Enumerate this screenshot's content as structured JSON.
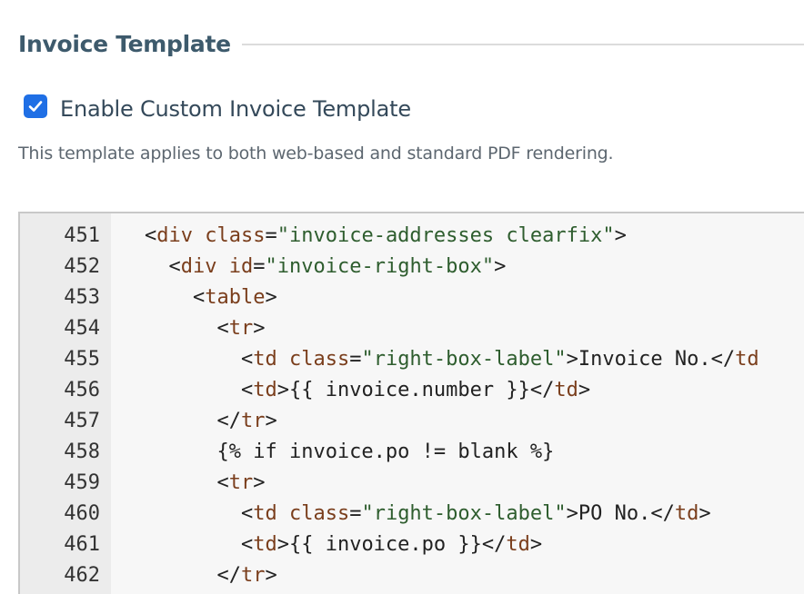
{
  "section": {
    "title": "Invoice Template"
  },
  "enable_option": {
    "checked": true,
    "label": "Enable Custom Invoice Template"
  },
  "description": "This template applies to both web-based and standard PDF rendering.",
  "editor": {
    "lines": [
      {
        "number": "451",
        "indent": 0,
        "tokens": [
          {
            "t": "bracket",
            "v": "<"
          },
          {
            "t": "tag",
            "v": "div"
          },
          {
            "t": "text",
            "v": " "
          },
          {
            "t": "attr",
            "v": "class"
          },
          {
            "t": "text",
            "v": "="
          },
          {
            "t": "str",
            "v": "\"invoice-addresses clearfix\""
          },
          {
            "t": "bracket",
            "v": ">"
          }
        ]
      },
      {
        "number": "452",
        "indent": 2,
        "tokens": [
          {
            "t": "bracket",
            "v": "<"
          },
          {
            "t": "tag",
            "v": "div"
          },
          {
            "t": "text",
            "v": " "
          },
          {
            "t": "attr",
            "v": "id"
          },
          {
            "t": "text",
            "v": "="
          },
          {
            "t": "str",
            "v": "\"invoice-right-box\""
          },
          {
            "t": "bracket",
            "v": ">"
          }
        ]
      },
      {
        "number": "453",
        "indent": 4,
        "tokens": [
          {
            "t": "bracket",
            "v": "<"
          },
          {
            "t": "tag",
            "v": "table"
          },
          {
            "t": "bracket",
            "v": ">"
          }
        ]
      },
      {
        "number": "454",
        "indent": 6,
        "tokens": [
          {
            "t": "bracket",
            "v": "<"
          },
          {
            "t": "tag",
            "v": "tr"
          },
          {
            "t": "bracket",
            "v": ">"
          }
        ]
      },
      {
        "number": "455",
        "indent": 8,
        "tokens": [
          {
            "t": "bracket",
            "v": "<"
          },
          {
            "t": "tag",
            "v": "td"
          },
          {
            "t": "text",
            "v": " "
          },
          {
            "t": "attr",
            "v": "class"
          },
          {
            "t": "text",
            "v": "="
          },
          {
            "t": "str",
            "v": "\"right-box-label\""
          },
          {
            "t": "bracket",
            "v": ">"
          },
          {
            "t": "text",
            "v": "Invoice No."
          },
          {
            "t": "bracket",
            "v": "</"
          },
          {
            "t": "tag",
            "v": "td"
          }
        ]
      },
      {
        "number": "456",
        "indent": 8,
        "tokens": [
          {
            "t": "bracket",
            "v": "<"
          },
          {
            "t": "tag",
            "v": "td"
          },
          {
            "t": "bracket",
            "v": ">"
          },
          {
            "t": "text",
            "v": "{{ invoice.number }}"
          },
          {
            "t": "bracket",
            "v": "</"
          },
          {
            "t": "tag",
            "v": "td"
          },
          {
            "t": "bracket",
            "v": ">"
          }
        ]
      },
      {
        "number": "457",
        "indent": 6,
        "tokens": [
          {
            "t": "bracket",
            "v": "</"
          },
          {
            "t": "tag",
            "v": "tr"
          },
          {
            "t": "bracket",
            "v": ">"
          }
        ]
      },
      {
        "number": "458",
        "indent": 6,
        "tokens": [
          {
            "t": "text",
            "v": "{% if invoice.po != blank %}"
          }
        ]
      },
      {
        "number": "459",
        "indent": 6,
        "tokens": [
          {
            "t": "bracket",
            "v": "<"
          },
          {
            "t": "tag",
            "v": "tr"
          },
          {
            "t": "bracket",
            "v": ">"
          }
        ]
      },
      {
        "number": "460",
        "indent": 8,
        "tokens": [
          {
            "t": "bracket",
            "v": "<"
          },
          {
            "t": "tag",
            "v": "td"
          },
          {
            "t": "text",
            "v": " "
          },
          {
            "t": "attr",
            "v": "class"
          },
          {
            "t": "text",
            "v": "="
          },
          {
            "t": "str",
            "v": "\"right-box-label\""
          },
          {
            "t": "bracket",
            "v": ">"
          },
          {
            "t": "text",
            "v": "PO No."
          },
          {
            "t": "bracket",
            "v": "</"
          },
          {
            "t": "tag",
            "v": "td"
          },
          {
            "t": "bracket",
            "v": ">"
          }
        ]
      },
      {
        "number": "461",
        "indent": 8,
        "tokens": [
          {
            "t": "bracket",
            "v": "<"
          },
          {
            "t": "tag",
            "v": "td"
          },
          {
            "t": "bracket",
            "v": ">"
          },
          {
            "t": "text",
            "v": "{{ invoice.po }}"
          },
          {
            "t": "bracket",
            "v": "</"
          },
          {
            "t": "tag",
            "v": "td"
          },
          {
            "t": "bracket",
            "v": ">"
          }
        ]
      },
      {
        "number": "462",
        "indent": 6,
        "tokens": [
          {
            "t": "bracket",
            "v": "</"
          },
          {
            "t": "tag",
            "v": "tr"
          },
          {
            "t": "bracket",
            "v": ">"
          }
        ]
      }
    ]
  },
  "colors": {
    "title": "#3d5a6c",
    "checkbox": "#1f6fe5",
    "tag": "#7a3e1c",
    "string": "#2e5d2e",
    "gutter": "#ececec",
    "editor_bg": "#f7f7f7"
  },
  "icons": {
    "checkbox": "checkmark-icon"
  }
}
